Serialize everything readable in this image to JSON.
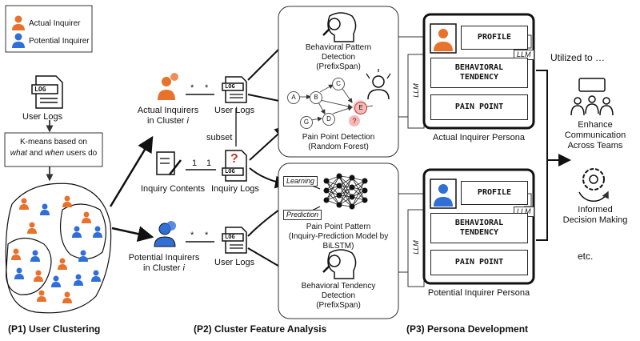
{
  "legend": {
    "actual": "Actual Inquirer",
    "potential": "Potential Inquirer"
  },
  "colors": {
    "actual": "#e8722c",
    "potential": "#2f6fd6"
  },
  "p1": {
    "user_logs": "User Logs",
    "kmeans_line1": "K-means based on",
    "kmeans_what": "what",
    "kmeans_and": " and ",
    "kmeans_when": "when",
    "kmeans_tail": " users do"
  },
  "p2": {
    "actual_cluster_l1": "Actual Inquirers",
    "actual_cluster_l2": "in Cluster ",
    "potential_cluster_l1": "Potential Inquirers",
    "potential_cluster_l2": "in Cluster ",
    "cluster_i": "i",
    "user_logs_top": "User Logs",
    "user_logs_bottom": "User Logs",
    "inquiry_logs": "Inquiry Logs",
    "inquiry_contents": "Inquiry Contents",
    "subset": "subset",
    "star": "*",
    "one": "1",
    "log": "LOG"
  },
  "top_panel": {
    "bpd_l1": "Behavioral Pattern",
    "bpd_l2": "Detection",
    "bpd_l3": "(PrefixSpan)",
    "ppd_l1": "Pain Point Detection",
    "ppd_l2": "(Random Forest)",
    "nodes": [
      "A",
      "B",
      "C",
      "D",
      "E",
      "G",
      "?"
    ]
  },
  "bottom_panel": {
    "learning": "Learning",
    "prediction": "Prediction",
    "ppp_l1": "Pain Point Pattern",
    "ppp_l2": "(Inquiry-Prediction Model by",
    "ppp_l3": "BiLSTM)",
    "btd_l1": "Behavioral Tendency",
    "btd_l2": "Detection",
    "btd_l3": "(PrefixSpan)"
  },
  "llm": "LLM",
  "persona": {
    "profile": "PROFILE",
    "behavioral_l1": "BEHAVIORAL",
    "behavioral_l2": "TENDENCY",
    "pain_point": "PAIN POINT",
    "actual_title": "Actual Inquirer Persona",
    "potential_title": "Potential Inquirer Persona"
  },
  "utilized": {
    "title": "Utilized to …",
    "enhance_l1": "Enhance",
    "enhance_l2": "Communication",
    "enhance_l3": "Across Teams",
    "informed_l1": "Informed",
    "informed_l2": "Decision Making",
    "etc": "etc."
  },
  "phases": {
    "p1": "(P1) User Clustering",
    "p2": "(P2) Cluster Feature Analysis",
    "p3": "(P3) Persona Development"
  }
}
